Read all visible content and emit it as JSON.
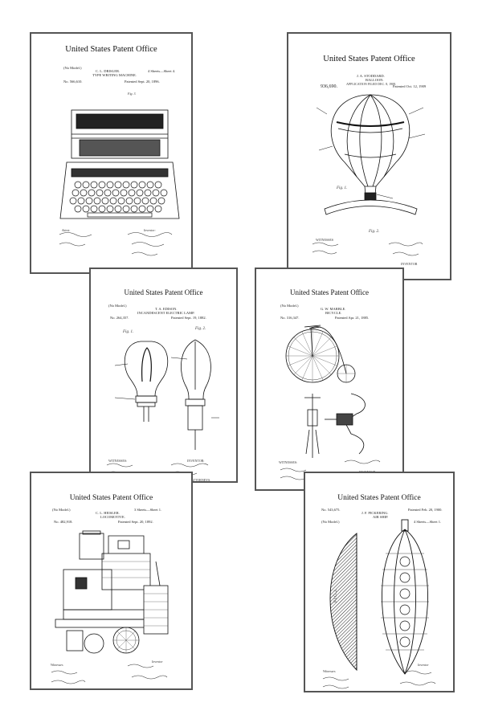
{
  "patents": [
    {
      "office": "United States Patent Office",
      "model": "(No Model.)",
      "inventor": "C. L. DRISLER.",
      "sheets": "4 Sheets—Sheet 4.",
      "title": "TYPE WRITING MACHINE.",
      "number": "No. 566,610.",
      "date": "Patented Sept. 20, 1896.",
      "fig": "Fig. 3.",
      "witnesses": "Attest:",
      "inventor_label": "Inventor:",
      "illustration": "typewriter-icon"
    },
    {
      "office": "United States Patent Office",
      "number": "936,690.",
      "inventor": "J. A. STODDARD.",
      "title": "BALLOON.",
      "application": "APPLICATION FILED DEC. 8, 1908.",
      "date": "Patented Oct. 12, 1909",
      "fig1": "Fig. 1.",
      "fig2": "Fig. 2.",
      "witnesses": "WITNESSES",
      "inventor_label": "INVENTOR",
      "illustration": "hot-air-balloon-icon"
    },
    {
      "office": "United States Patent Office",
      "model": "(No Model.)",
      "inventor": "T. A. EDISON.",
      "title": "INCANDESCENT ELECTRIC LAMP.",
      "number": "No. 264,357.",
      "date": "Patented Sept. 19, 1882.",
      "fig1": "Fig. 1.",
      "fig2": "Fig. 2.",
      "witnesses": "WITNESSES:",
      "inventor_label": "INVENTOR:",
      "attorney": "ATTORNEYS.",
      "illustration": "light-bulb-icon"
    },
    {
      "office": "United States Patent Office",
      "model": "(No Model.)",
      "inventor": "G. W. MARBLE.",
      "title": "BICYCLE.",
      "number": "No. 316,347.",
      "date": "Patented Apr. 21, 1885.",
      "witnesses": "WITNESSES:",
      "inventor_label": "INVENTOR",
      "illustration": "penny-farthing-icon"
    },
    {
      "office": "United States Patent Office",
      "model": "(No Model.)",
      "sheets": "3 Sheets—Sheet 1.",
      "inventor": "C. L. HEISLER.",
      "title": "LOCOMOTIVE.",
      "number": "No. 482,918.",
      "date": "Patented Sept. 20, 1892.",
      "witnesses": "Witnesses",
      "inventor_label": "Inventor",
      "illustration": "locomotive-icon"
    },
    {
      "office": "United States Patent Office",
      "number": "No. 543,675.",
      "inventor": "J. F. PICKERING.",
      "title": "AIR SHIP.",
      "date": "Patented Feb. 20, 1900.",
      "model": "(No Model.)",
      "sheets": "4 Sheets—Sheet 1.",
      "fig": "F I G. 2.",
      "witnesses": "Witnesses",
      "inventor_label": "Inventor",
      "illustration": "airship-icon"
    }
  ]
}
